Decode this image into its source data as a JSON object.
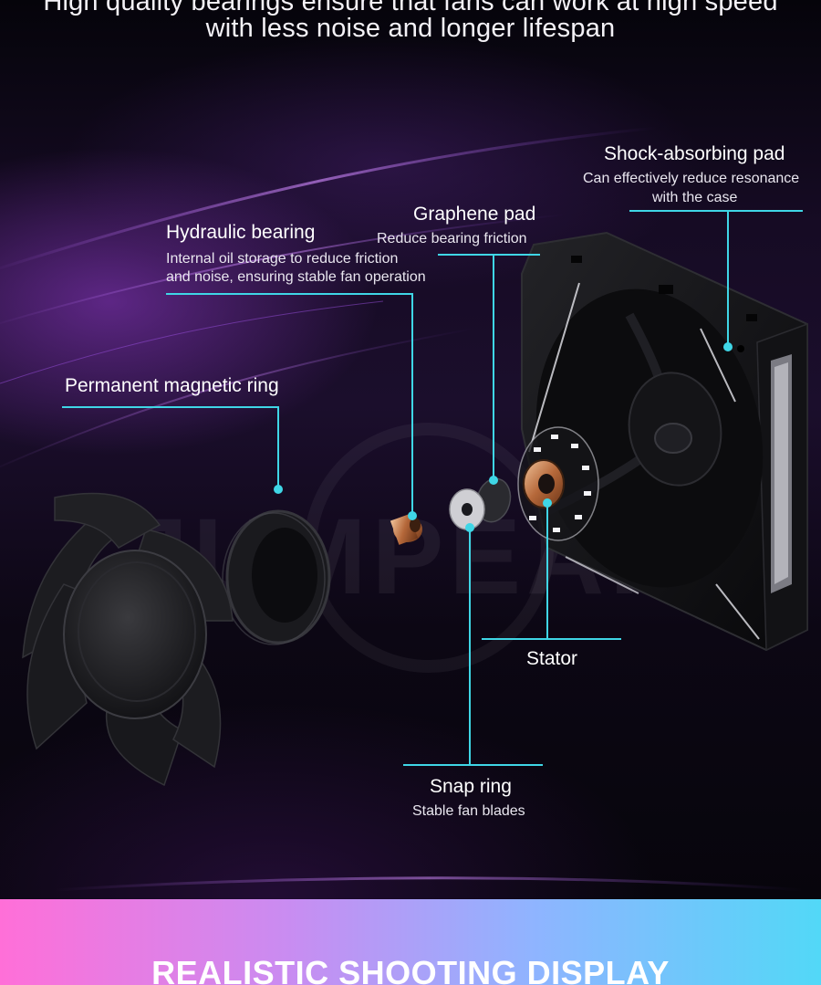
{
  "header": {
    "line1": "High quality bearings ensure that fans can work at high speed",
    "line2": "with less noise and longer lifespan"
  },
  "watermark": "JUMPEAK",
  "callouts": {
    "shock_pad": {
      "title": "Shock-absorbing pad",
      "desc_1": "Can effectively reduce resonance",
      "desc_2": "with the case"
    },
    "graphene_pad": {
      "title": "Graphene pad",
      "desc": "Reduce bearing friction"
    },
    "hydraulic_bearing": {
      "title": "Hydraulic bearing",
      "desc_1": "Internal oil storage to reduce friction",
      "desc_2": "and noise, ensuring stable fan operation"
    },
    "magnetic_ring": {
      "title": "Permanent magnetic ring"
    },
    "stator": {
      "title": "Stator"
    },
    "snap_ring": {
      "title": "Snap ring",
      "desc": "Stable fan blades"
    }
  },
  "footer": {
    "banner_title": "REALISTIC SHOOTING DISPLAY"
  },
  "colors": {
    "leader_line": "#3fd6e6",
    "banner_left": "#ff6fd8",
    "banner_right": "#52d8f7"
  }
}
